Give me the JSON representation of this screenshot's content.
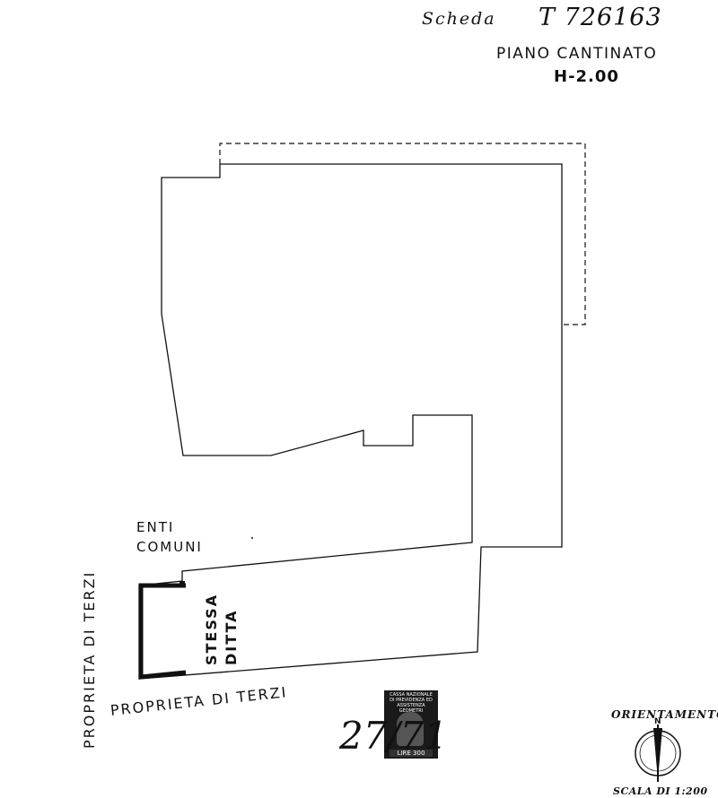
{
  "header": {
    "scheda_label": "Scheda",
    "scheda_number": "T 726163",
    "floor_title": "PIANO CANTINATO",
    "floor_height": "H-2.00"
  },
  "plan_labels": {
    "enti_comuni": "ENTI COMUNI",
    "proprieta_terzi_bottom": "PROPRIETA DI TERZI",
    "proprieta_terzi_left": "PROPRIETA DI TERZI",
    "stessa_ditta": "STESSA DITTA"
  },
  "stamp": {
    "text": "CASSA NAZIONALE DI PREVIDENZA ED ASSISTENZA GEOMETRI",
    "value": "LIRE 300"
  },
  "handwritten_number": "27/71",
  "compass": {
    "label": "ORIENTAMENTO",
    "north": "N"
  },
  "scale": {
    "label": "SCALA DI 1:200"
  },
  "colors": {
    "ink": "#111111",
    "paper": "#ffffff"
  }
}
